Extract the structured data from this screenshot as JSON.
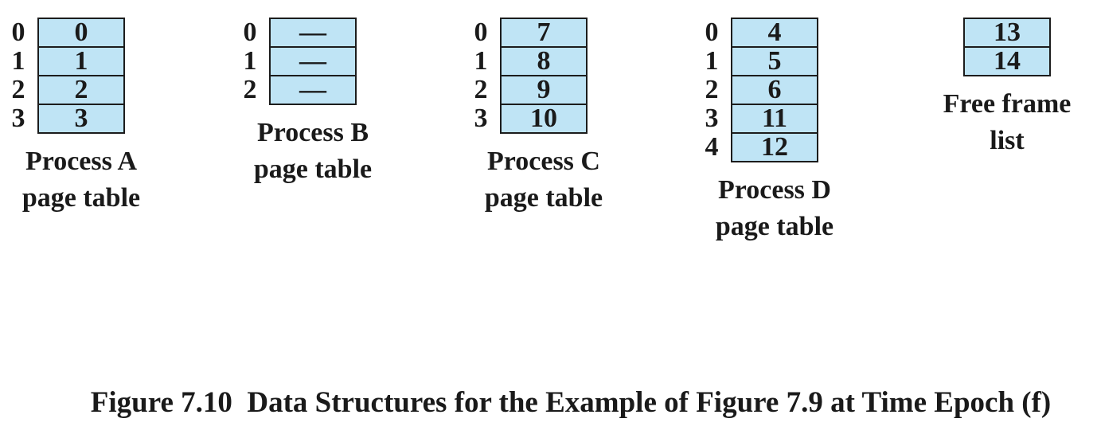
{
  "figure": {
    "caption": "Figure 7.10  Data Structures for the Example of Figure 7.9 at Time Epoch (f)"
  },
  "colors": {
    "cell_fill": "#BFE4F5",
    "cell_border": "#1C1C1C",
    "text": "#1A1A1A"
  },
  "tables": [
    {
      "name": "process-a-page-table",
      "label_line1": "Process A",
      "label_line2": "page table",
      "indices": [
        "0",
        "1",
        "2",
        "3"
      ],
      "values": [
        "0",
        "1",
        "2",
        "3"
      ]
    },
    {
      "name": "process-b-page-table",
      "label_line1": "Process B",
      "label_line2": "page table",
      "indices": [
        "0",
        "1",
        "2"
      ],
      "values": [
        "—",
        "—",
        "—"
      ]
    },
    {
      "name": "process-c-page-table",
      "label_line1": "Process C",
      "label_line2": "page table",
      "indices": [
        "0",
        "1",
        "2",
        "3"
      ],
      "values": [
        "7",
        "8",
        "9",
        "10"
      ]
    },
    {
      "name": "process-d-page-table",
      "label_line1": "Process D",
      "label_line2": "page table",
      "indices": [
        "0",
        "1",
        "2",
        "3",
        "4"
      ],
      "values": [
        "4",
        "5",
        "6",
        "11",
        "12"
      ]
    },
    {
      "name": "free-frame-list",
      "label_line1": "Free frame",
      "label_line2": "list",
      "indices": [],
      "values": [
        "13",
        "14"
      ]
    }
  ]
}
